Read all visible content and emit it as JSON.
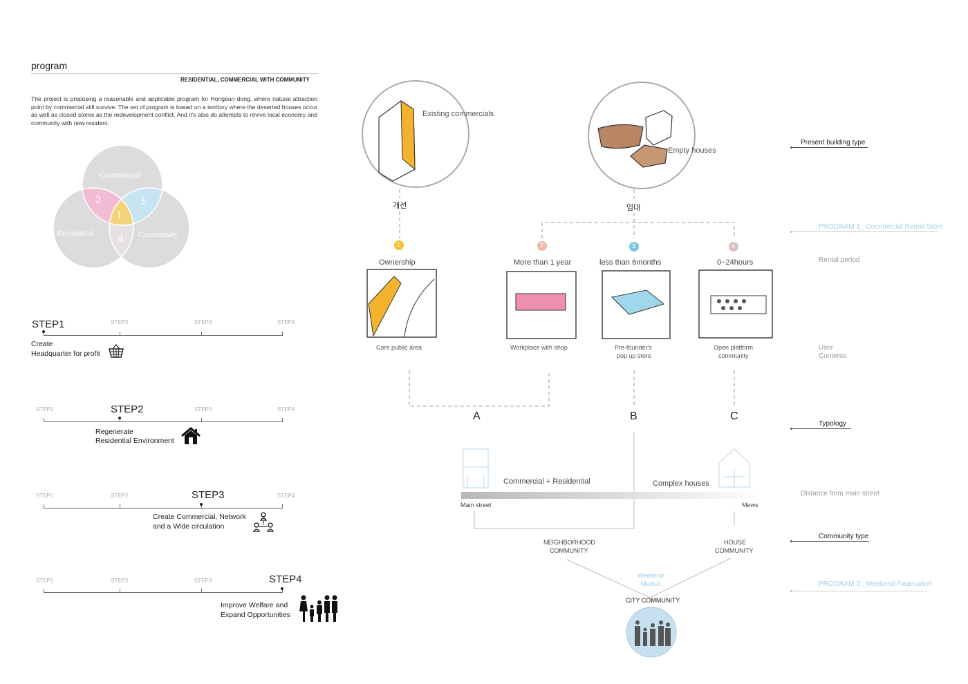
{
  "header": {
    "title": "program",
    "subtitle": "RESIDENTIAL, COMMERCIAL WITH COMMUNITY",
    "description": "The project is proposing a reasonable and applicable program for Hongeun dong, where natural attraction point by commercial still survive.  The set of program is based on a territory where the deserted houses occur as well as closed stores as the redevelopment conflict. And it's also do attempts to revive local economy and community with new resident."
  },
  "venn": {
    "commercial": "Commercial",
    "residential": "Residential",
    "community": "Community",
    "n1": "1",
    "n2": "2",
    "n3": "3",
    "n4": "4",
    "colors": {
      "pink": "#f2bcd4",
      "blue": "#c6e4f2",
      "yellow": "#f4d47a",
      "gray": "#dcdcdc"
    }
  },
  "steps": {
    "labels": [
      "STEP1",
      "STEP2",
      "STEP3",
      "STEP4"
    ],
    "step1": {
      "title": "STEP1",
      "line1": "Create",
      "line2": "Headquarter for profit"
    },
    "step2": {
      "title": "STEP2",
      "line1": "Regenerate",
      "line2": "Residential Environment"
    },
    "step3": {
      "title": "STEP3",
      "line1": "Create Commercial, Network",
      "line2": "and a Wide circulation"
    },
    "step4": {
      "title": "STEP4",
      "line1": "Improve Welfare  and",
      "line2": "Expand Opportunities"
    }
  },
  "diagram": {
    "existing": "Existing commercials",
    "empty": "Empty houses",
    "kor_left": "개선",
    "kor_right": "임대",
    "num1": "1",
    "num2": "2",
    "num3": "3",
    "num4": "4",
    "period1": "Ownership",
    "period2": "More than 1 year",
    "period3": "less than 6months",
    "period4": "0~24hours",
    "use1": "Core public area",
    "use2": "Workplace with shop",
    "use3a": "Pre-founder's",
    "use3b": "pop up store",
    "use4a": "Open platform",
    "use4b": "community",
    "typeA": "A",
    "typeB": "B",
    "typeC": "C",
    "comres": "Commercial + Residential",
    "complex": "Complex houses",
    "mainstreet": "Main street",
    "mews": "Mews",
    "neigh1": "NEIGHBORHOOD",
    "neigh2": "COMMUNITY",
    "house1": "HOUSE",
    "house2": "COMMUNITY",
    "weekend1": "Weekend",
    "weekend2": "Market",
    "city": "CITY COMMUNITY",
    "colors": {
      "n1": "#f2c233",
      "n2": "#f4b8a4",
      "n3": "#7fc7dc",
      "n4": "#d9c2bf"
    }
  },
  "side": {
    "present": "Present building type",
    "program1": "PROGRAM 1_ Commercial Rental Store",
    "rental": "Rental period",
    "user1": "User",
    "user2": "Contents",
    "typology": "Typology",
    "distance": "Distance from main street",
    "community": "Community type",
    "program2": "PROGRAM 2 _Weekend Fleamarket"
  }
}
